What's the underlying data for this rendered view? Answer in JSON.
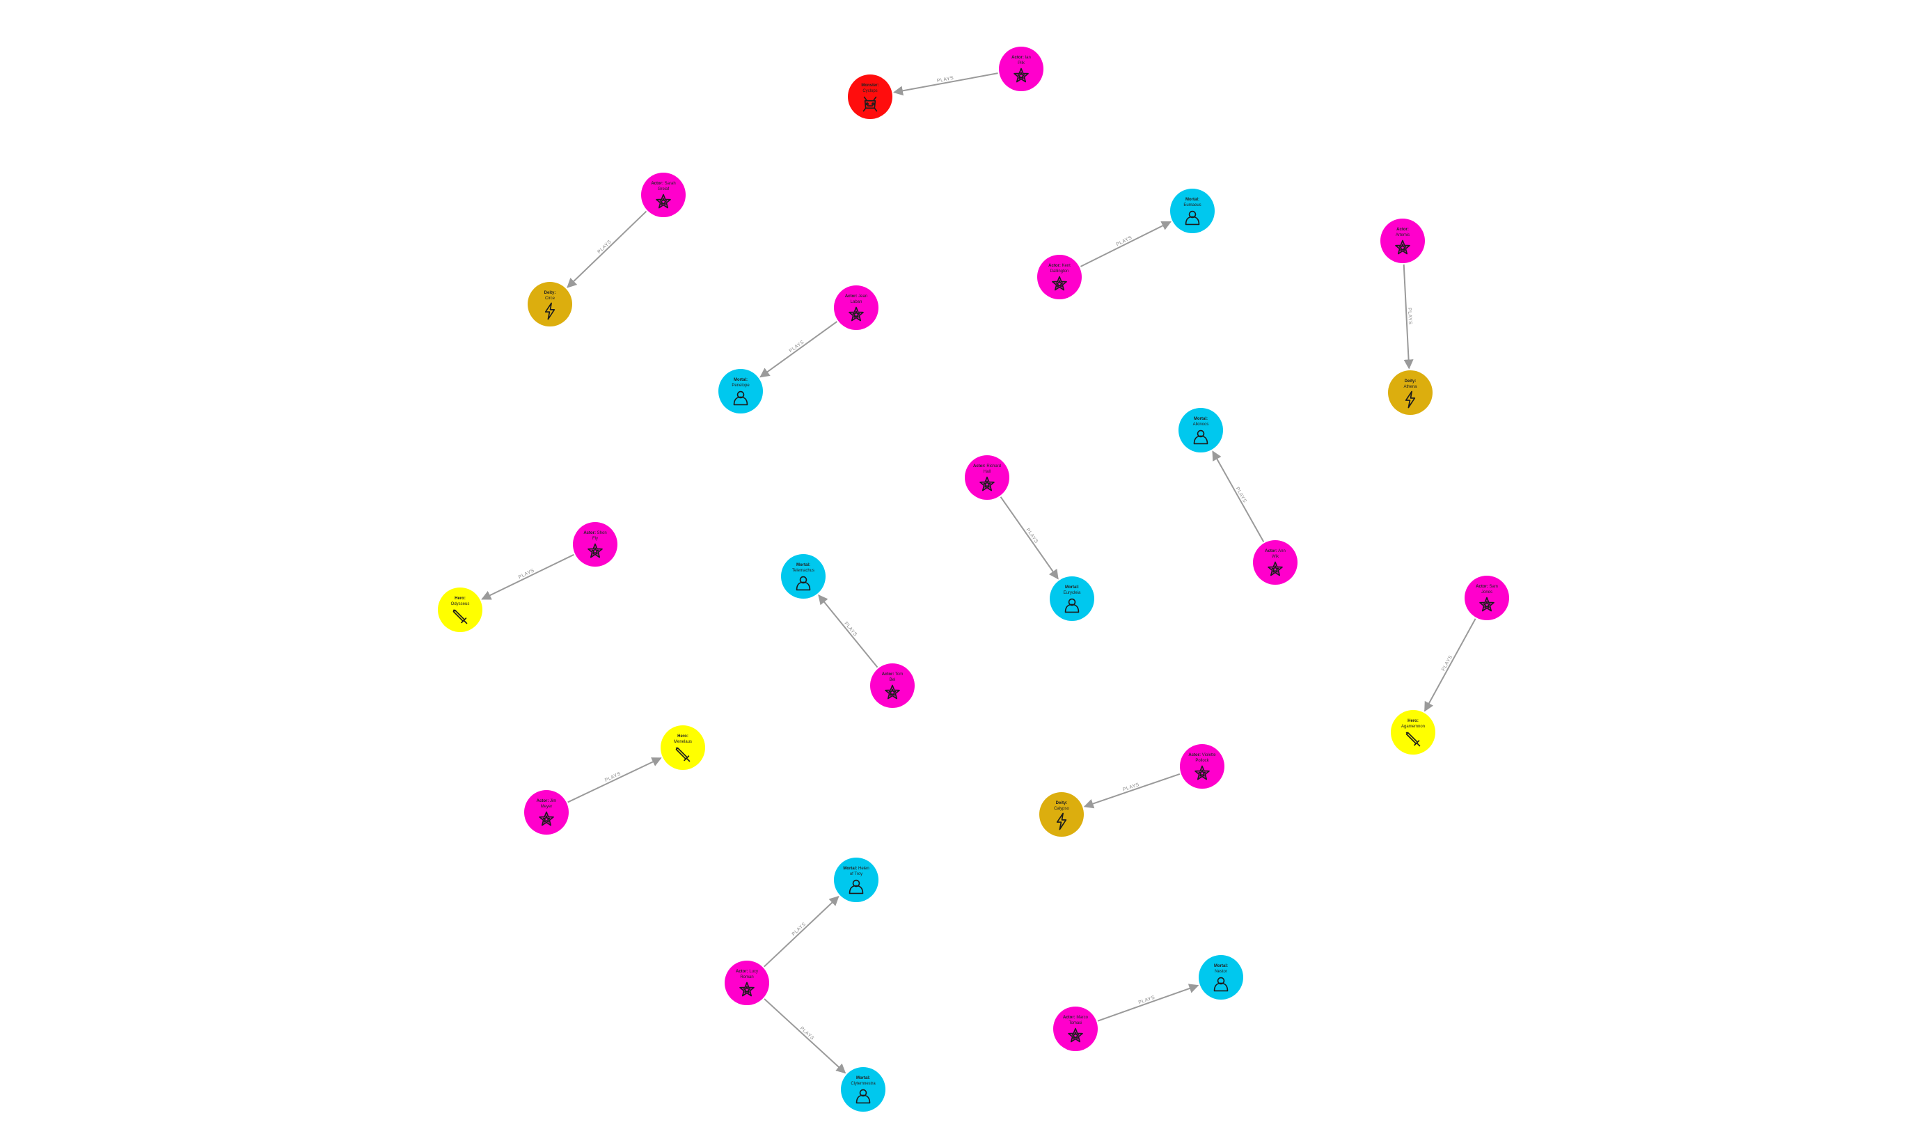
{
  "graph": {
    "relationship_label": "PLAYS",
    "colors": {
      "Actor": "#ff00cc",
      "Mortal": "#00c8ee",
      "Deity": "#dcae0e",
      "Hero": "#ffff00",
      "Monster": "#ff0d0d",
      "edge": "#9a9a9a",
      "icon_stroke": "#1c1c1c"
    },
    "icons": {
      "Actor": "star-icon",
      "Mortal": "person-icon",
      "Deity": "lightning-icon",
      "Hero": "sword-icon",
      "Monster": "monster-icon"
    },
    "nodes": [
      {
        "id": "a1",
        "kind": "Actor",
        "text": "Actor: Ian Pilk"
      },
      {
        "id": "m1",
        "kind": "Monster",
        "text": "Monster: Cyclops"
      },
      {
        "id": "a2",
        "kind": "Actor",
        "text": "Actor: Sarah Grelaf"
      },
      {
        "id": "d1",
        "kind": "Deity",
        "text": "Deity: Circe"
      },
      {
        "id": "a3",
        "kind": "Actor",
        "text": "Actor: Jean Laban"
      },
      {
        "id": "mo1",
        "kind": "Mortal",
        "text": "Mortal: Penelope"
      },
      {
        "id": "a4",
        "kind": "Actor",
        "text": "Actor: Kent Dallington"
      },
      {
        "id": "mo2",
        "kind": "Mortal",
        "text": "Mortal: Eumaeus"
      },
      {
        "id": "a5",
        "kind": "Actor",
        "text": "Actor: Artemis"
      },
      {
        "id": "d2",
        "kind": "Deity",
        "text": "Deity: Athena"
      },
      {
        "id": "a6",
        "kind": "Actor",
        "text": "Actor: Richard Hall"
      },
      {
        "id": "mo3",
        "kind": "Mortal",
        "text": "Mortal: Eurycleia"
      },
      {
        "id": "a7",
        "kind": "Actor",
        "text": "Actor: Ann Wik"
      },
      {
        "id": "mo4",
        "kind": "Mortal",
        "text": "Mortal: Alkinoos"
      },
      {
        "id": "a8",
        "kind": "Actor",
        "text": "Actor: Shon Fly"
      },
      {
        "id": "h1",
        "kind": "Hero",
        "text": "Hero: Odysseus"
      },
      {
        "id": "a9",
        "kind": "Actor",
        "text": "Actor: Tom Bel"
      },
      {
        "id": "mo5",
        "kind": "Mortal",
        "text": "Mortal: Telemachus"
      },
      {
        "id": "a10",
        "kind": "Actor",
        "text": "Actor: Sam Jones"
      },
      {
        "id": "h2",
        "kind": "Hero",
        "text": "Hero: Agamemnon"
      },
      {
        "id": "a11",
        "kind": "Actor",
        "text": "Actor: Jim Meyer"
      },
      {
        "id": "h3",
        "kind": "Hero",
        "text": "Hero: Menelaus"
      },
      {
        "id": "a12",
        "kind": "Actor",
        "text": "Actor: Violette Pollock"
      },
      {
        "id": "d3",
        "kind": "Deity",
        "text": "Deity: Calypso"
      },
      {
        "id": "a13",
        "kind": "Actor",
        "text": "Actor: Lucy Roman"
      },
      {
        "id": "mo6",
        "kind": "Mortal",
        "text": "Mortal: Helen of Troy"
      },
      {
        "id": "mo7",
        "kind": "Mortal",
        "text": "Mortal: Clytemnestra"
      },
      {
        "id": "a14",
        "kind": "Actor",
        "text": "Actor: Marco Tomasi"
      },
      {
        "id": "mo8",
        "kind": "Mortal",
        "text": "Mortal: Nestor"
      }
    ],
    "edges": [
      {
        "from": "a1",
        "to": "m1"
      },
      {
        "from": "a2",
        "to": "d1"
      },
      {
        "from": "a3",
        "to": "mo1"
      },
      {
        "from": "a4",
        "to": "mo2"
      },
      {
        "from": "a5",
        "to": "d2"
      },
      {
        "from": "a6",
        "to": "mo3"
      },
      {
        "from": "a7",
        "to": "mo4"
      },
      {
        "from": "a8",
        "to": "h1"
      },
      {
        "from": "a9",
        "to": "mo5"
      },
      {
        "from": "a10",
        "to": "h2"
      },
      {
        "from": "a11",
        "to": "h3"
      },
      {
        "from": "a12",
        "to": "d3"
      },
      {
        "from": "a13",
        "to": "mo6"
      },
      {
        "from": "a13",
        "to": "mo7"
      },
      {
        "from": "a14",
        "to": "mo8"
      }
    ]
  }
}
